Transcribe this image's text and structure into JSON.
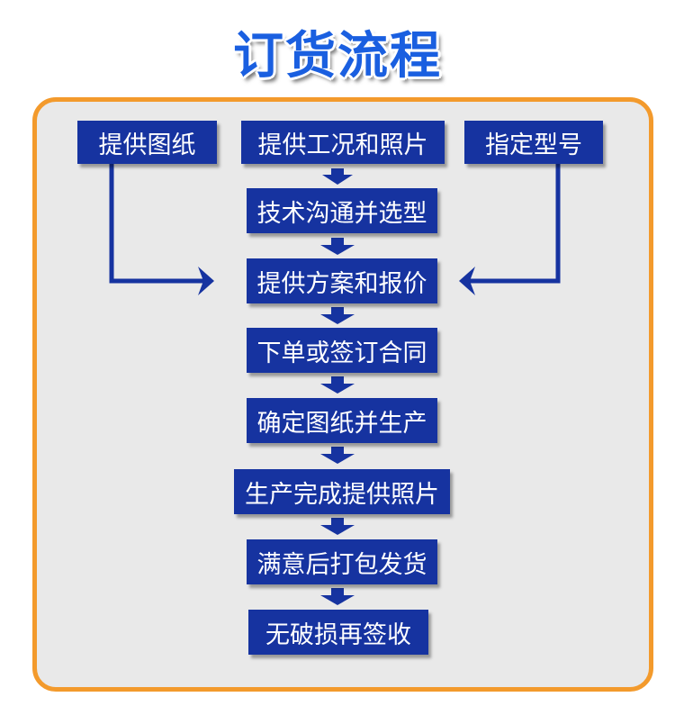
{
  "title": "订货流程",
  "top_boxes": {
    "left": "提供图纸",
    "center": "提供工况和照片",
    "right": "指定型号"
  },
  "steps": [
    "技术沟通并选型",
    "提供方案和报价",
    "下单或签订合同",
    "确定图纸并生产",
    "生产完成提供照片",
    "满意后打包发货",
    "无破损再签收"
  ],
  "colors": {
    "title": "#1a5fe0",
    "box": "#1633a0",
    "box_text": "#ffffff",
    "panel_bg": "#e9e9e9",
    "panel_border": "#f39a2c",
    "arrow": "#1633a0"
  }
}
